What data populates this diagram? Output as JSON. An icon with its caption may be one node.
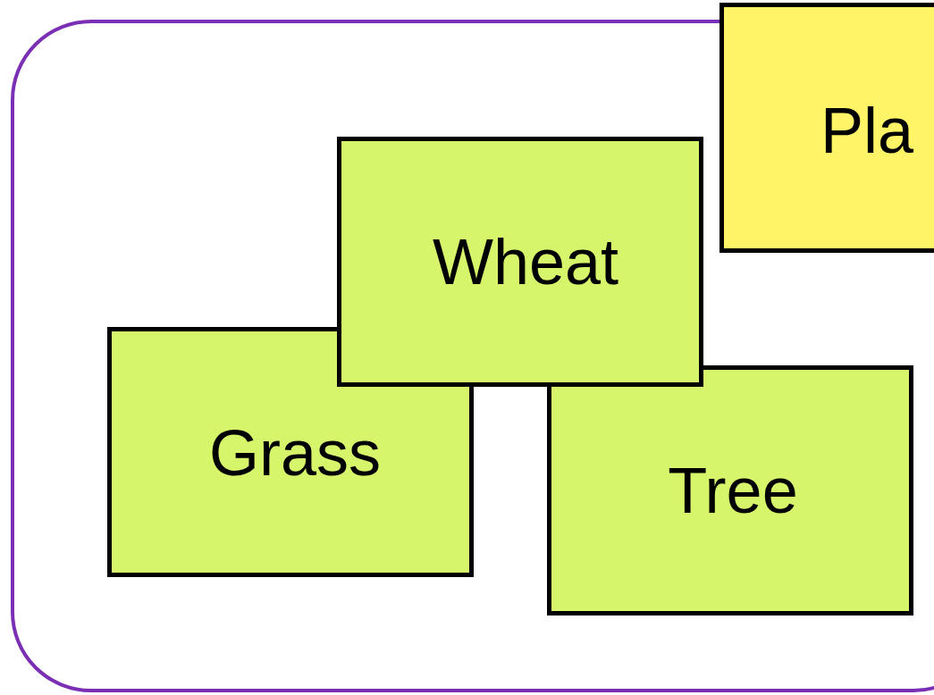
{
  "diagram": {
    "nodes": [
      {
        "text": [],
        "shape": "box"
      },
      {
        "text": [
          "Pla"
        ]
      },
      {
        "text": [
          "Wheat"
        ],
        "in": 0
      },
      {
        "text": [
          "Grass"
        ],
        "in": 0
      },
      {
        "text": [
          "Tree"
        ],
        "in": 0
      }
    ]
  }
}
